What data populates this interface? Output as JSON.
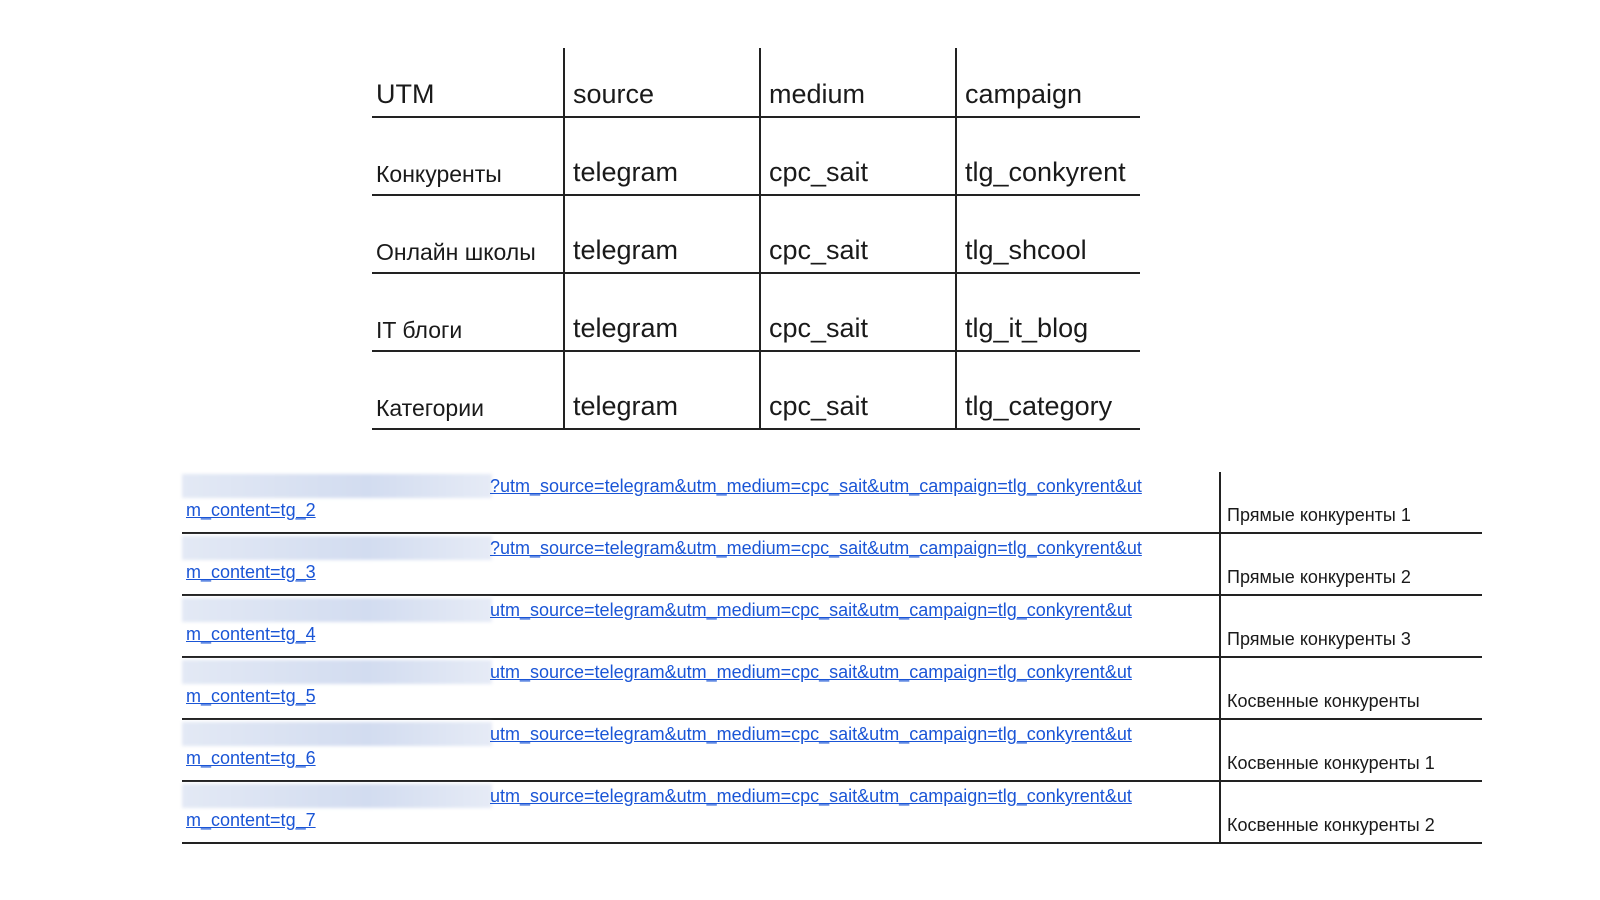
{
  "utm_table": {
    "headers": [
      "UTM",
      "source",
      "medium",
      "campaign"
    ],
    "rows": [
      [
        "Конкуренты",
        "telegram",
        "cpc_sait",
        "tlg_conkyrent"
      ],
      [
        "Онлайн школы",
        "telegram",
        "cpc_sait",
        "tlg_shcool"
      ],
      [
        "IT блоги",
        "telegram",
        "cpc_sait",
        "tlg_it_blog"
      ],
      [
        "Категории",
        "telegram",
        "cpc_sait",
        "tlg_category"
      ]
    ]
  },
  "links_table": {
    "rows": [
      {
        "url_tail_line1": "?utm_source=telegram&utm_medium=cpc_sait&utm_campaign=tlg_conkyrent&ut",
        "url_tail_line2": "m_content=tg_2",
        "label": "Прямые конкуренты 1"
      },
      {
        "url_tail_line1": "?utm_source=telegram&utm_medium=cpc_sait&utm_campaign=tlg_conkyrent&ut",
        "url_tail_line2": "m_content=tg_3",
        "label": "Прямые конкуренты 2"
      },
      {
        "url_tail_line1": "utm_source=telegram&utm_medium=cpc_sait&utm_campaign=tlg_conkyrent&ut",
        "url_tail_line2": "m_content=tg_4",
        "label": "Прямые конкуренты 3"
      },
      {
        "url_tail_line1": "utm_source=telegram&utm_medium=cpc_sait&utm_campaign=tlg_conkyrent&ut",
        "url_tail_line2": "m_content=tg_5",
        "label": "Косвенные конкуренты"
      },
      {
        "url_tail_line1": "utm_source=telegram&utm_medium=cpc_sait&utm_campaign=tlg_conkyrent&ut",
        "url_tail_line2": "m_content=tg_6",
        "label": "Косвенные конкуренты 1"
      },
      {
        "url_tail_line1": "utm_source=telegram&utm_medium=cpc_sait&utm_campaign=tlg_conkyrent&ut",
        "url_tail_line2": "m_content=tg_7",
        "label": "Косвенные конкуренты 2"
      }
    ]
  },
  "colors": {
    "link": "#1a55d6",
    "rule": "#222222",
    "redaction": "#d2dcf0"
  }
}
